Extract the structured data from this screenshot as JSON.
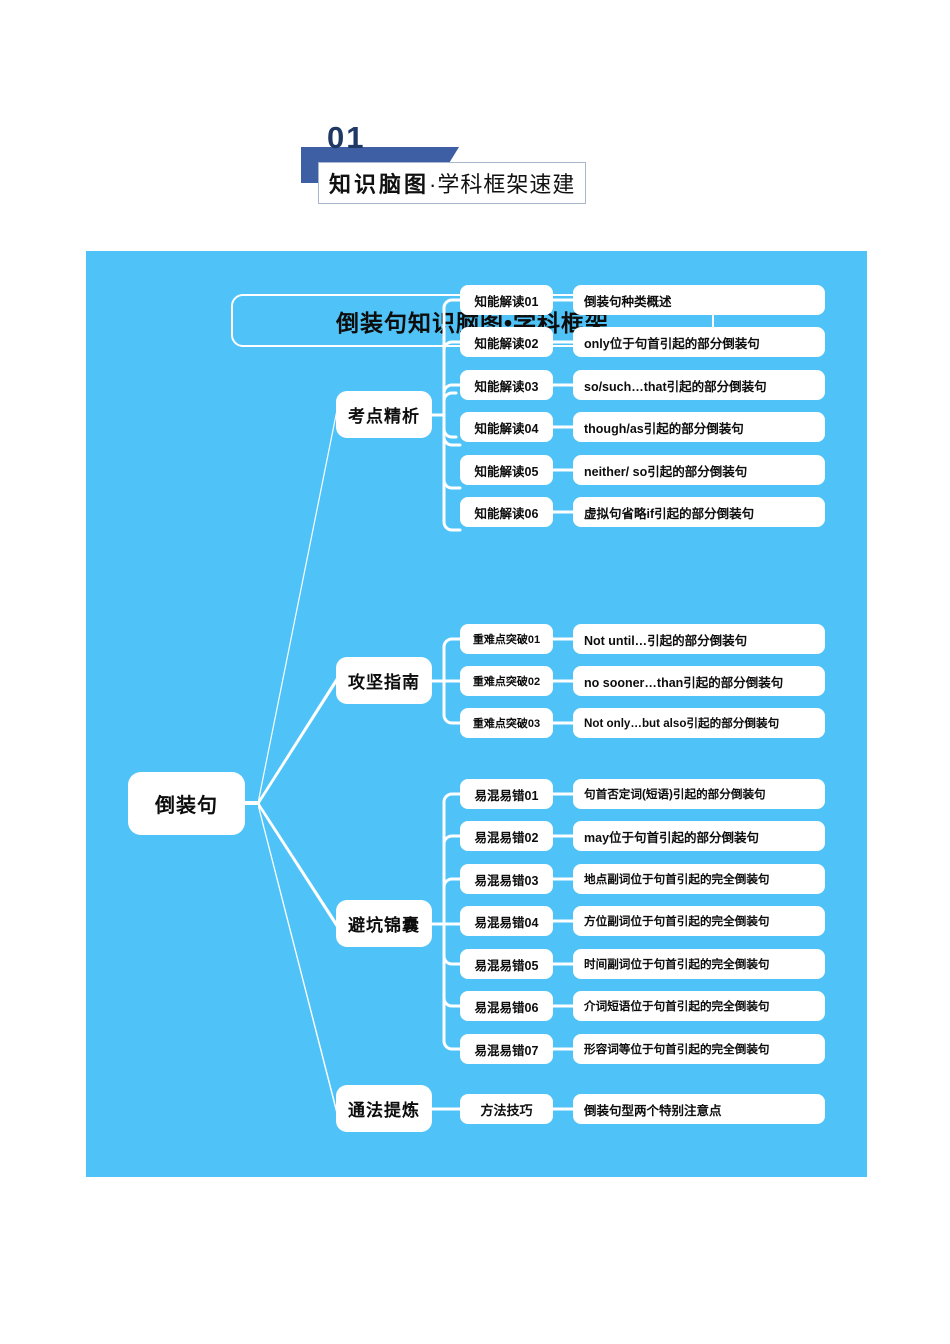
{
  "header": {
    "number": "01",
    "title_strong": "知识脑图",
    "title_rest": "·学科框架速建"
  },
  "colors": {
    "panel_bg": "#4fc3f7",
    "banner": "#3f5fa4",
    "banner_number": "#1f3864",
    "node_bg": "#ffffff",
    "link": "#ffffff",
    "text": "#0d0d0d"
  },
  "mindmap": {
    "title": "倒装句知识脑图•学科框架",
    "root": "倒装句",
    "branches": [
      {
        "label": "考点精析",
        "children": [
          {
            "tag": "知能解读01",
            "text": "倒装句种类概述"
          },
          {
            "tag": "知能解读02",
            "text": "only位于句首引起的部分倒装句"
          },
          {
            "tag": "知能解读03",
            "text": "so/such…that引起的部分倒装句"
          },
          {
            "tag": "知能解读04",
            "text": "though/as引起的部分倒装句"
          },
          {
            "tag": "知能解读05",
            "text": "neither/ so引起的部分倒装句"
          },
          {
            "tag": "知能解读06",
            "text": "虚拟句省略if引起的部分倒装句"
          }
        ]
      },
      {
        "label": "攻坚指南",
        "children": [
          {
            "tag": "重难点突破01",
            "text": "Not until…引起的部分倒装句"
          },
          {
            "tag": "重难点突破02",
            "text": "no sooner…than引起的部分倒装句"
          },
          {
            "tag": "重难点突破03",
            "text": "Not only…but also引起的部分倒装句"
          }
        ]
      },
      {
        "label": "避坑锦囊",
        "children": [
          {
            "tag": "易混易错01",
            "text": "句首否定词(短语)引起的部分倒装句"
          },
          {
            "tag": "易混易错02",
            "text": "may位于句首引起的部分倒装句"
          },
          {
            "tag": "易混易错03",
            "text": "地点副词位于句首引起的完全倒装句"
          },
          {
            "tag": "易混易错04",
            "text": "方位副词位于句首引起的完全倒装句"
          },
          {
            "tag": "易混易错05",
            "text": "时间副词位于句首引起的完全倒装句"
          },
          {
            "tag": "易混易错06",
            "text": "介词短语位于句首引起的完全倒装句"
          },
          {
            "tag": "易混易错07",
            "text": "形容词等位于句首引起的完全倒装句"
          }
        ]
      },
      {
        "label": "通法提炼",
        "children": [
          {
            "tag": "方法技巧",
            "text": "倒装句型两个特别注意点"
          }
        ]
      }
    ]
  }
}
